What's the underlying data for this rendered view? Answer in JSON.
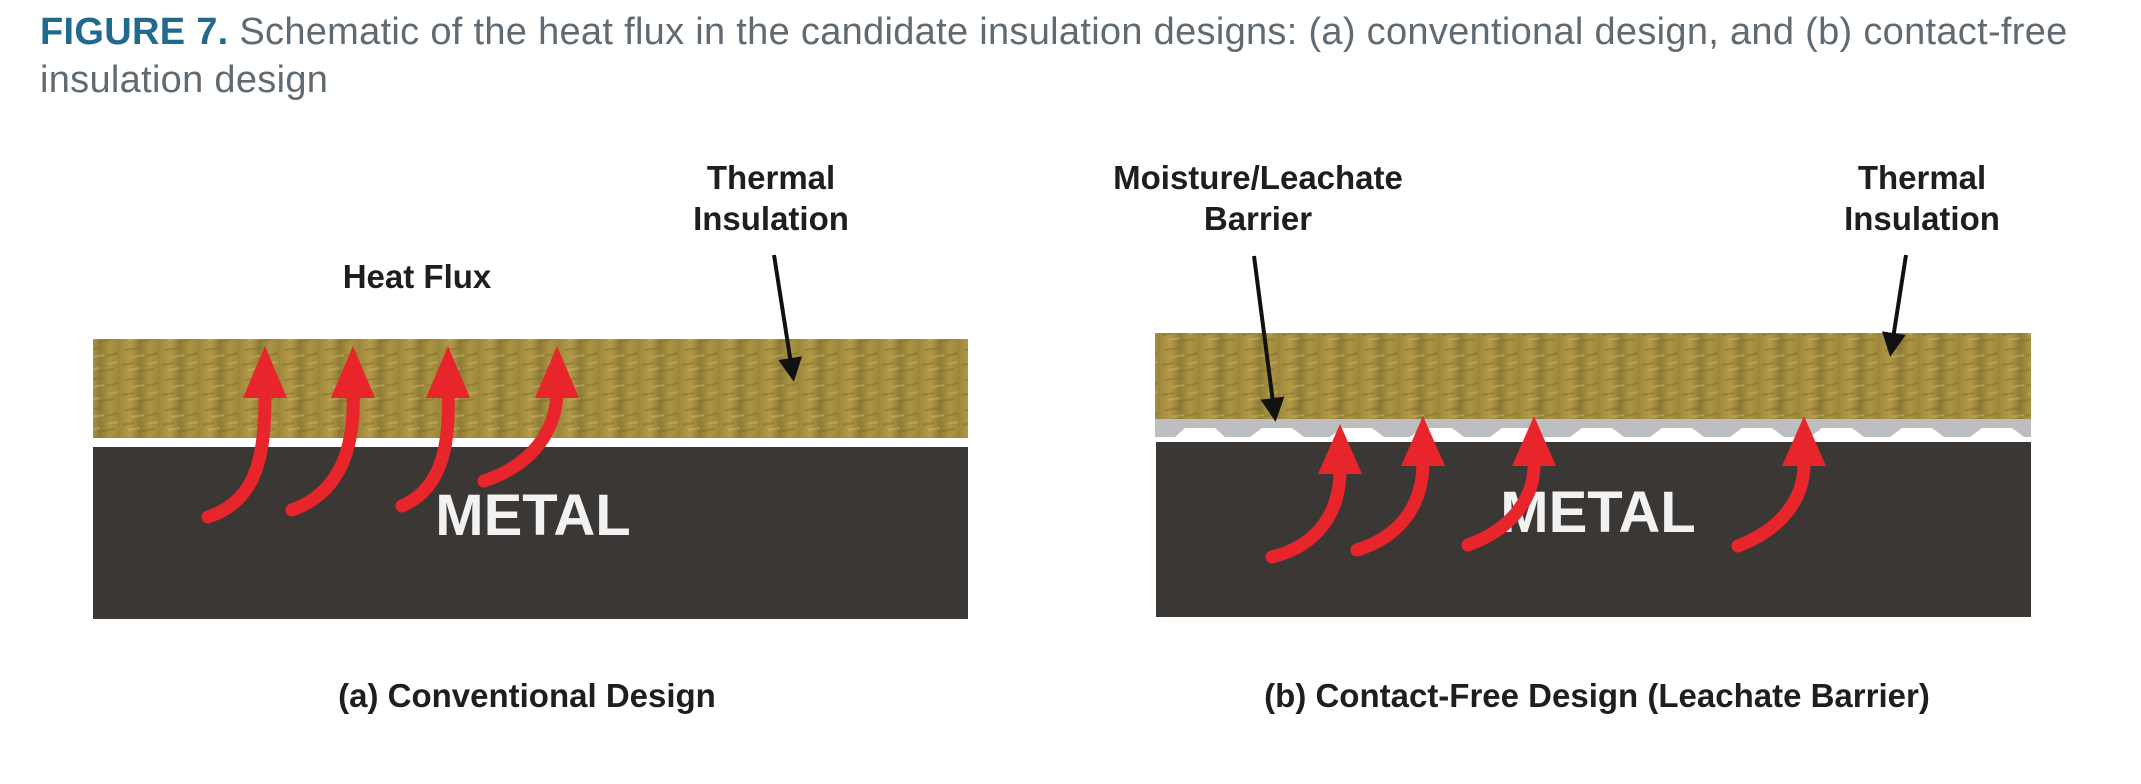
{
  "caption": {
    "figure_label": "FIGURE 7.",
    "text": " Schematic of the heat flux in the candidate insulation designs: (a) conventional design, and (b) contact-free insulation design"
  },
  "panel_a": {
    "heat_flux_label": "Heat Flux",
    "thermal_insulation_line1": "Thermal",
    "thermal_insulation_line2": "Insulation",
    "metal_label": "METAL",
    "subtitle": "(a) Conventional Design"
  },
  "panel_b": {
    "barrier_line1": "Moisture/Leachate",
    "barrier_line2": "Barrier",
    "thermal_insulation_line1": "Thermal",
    "thermal_insulation_line2": "Insulation",
    "metal_label": "METAL",
    "subtitle": "(b) Contact-Free Design (Leachate Barrier)"
  },
  "colors": {
    "metal": "#3a3735",
    "insulation": "#a6903e",
    "heat_arrow": "#e8252b",
    "barrier": "#b4b6b8",
    "caption_label": "#1f6a8e",
    "caption_text": "#5f6a72"
  }
}
